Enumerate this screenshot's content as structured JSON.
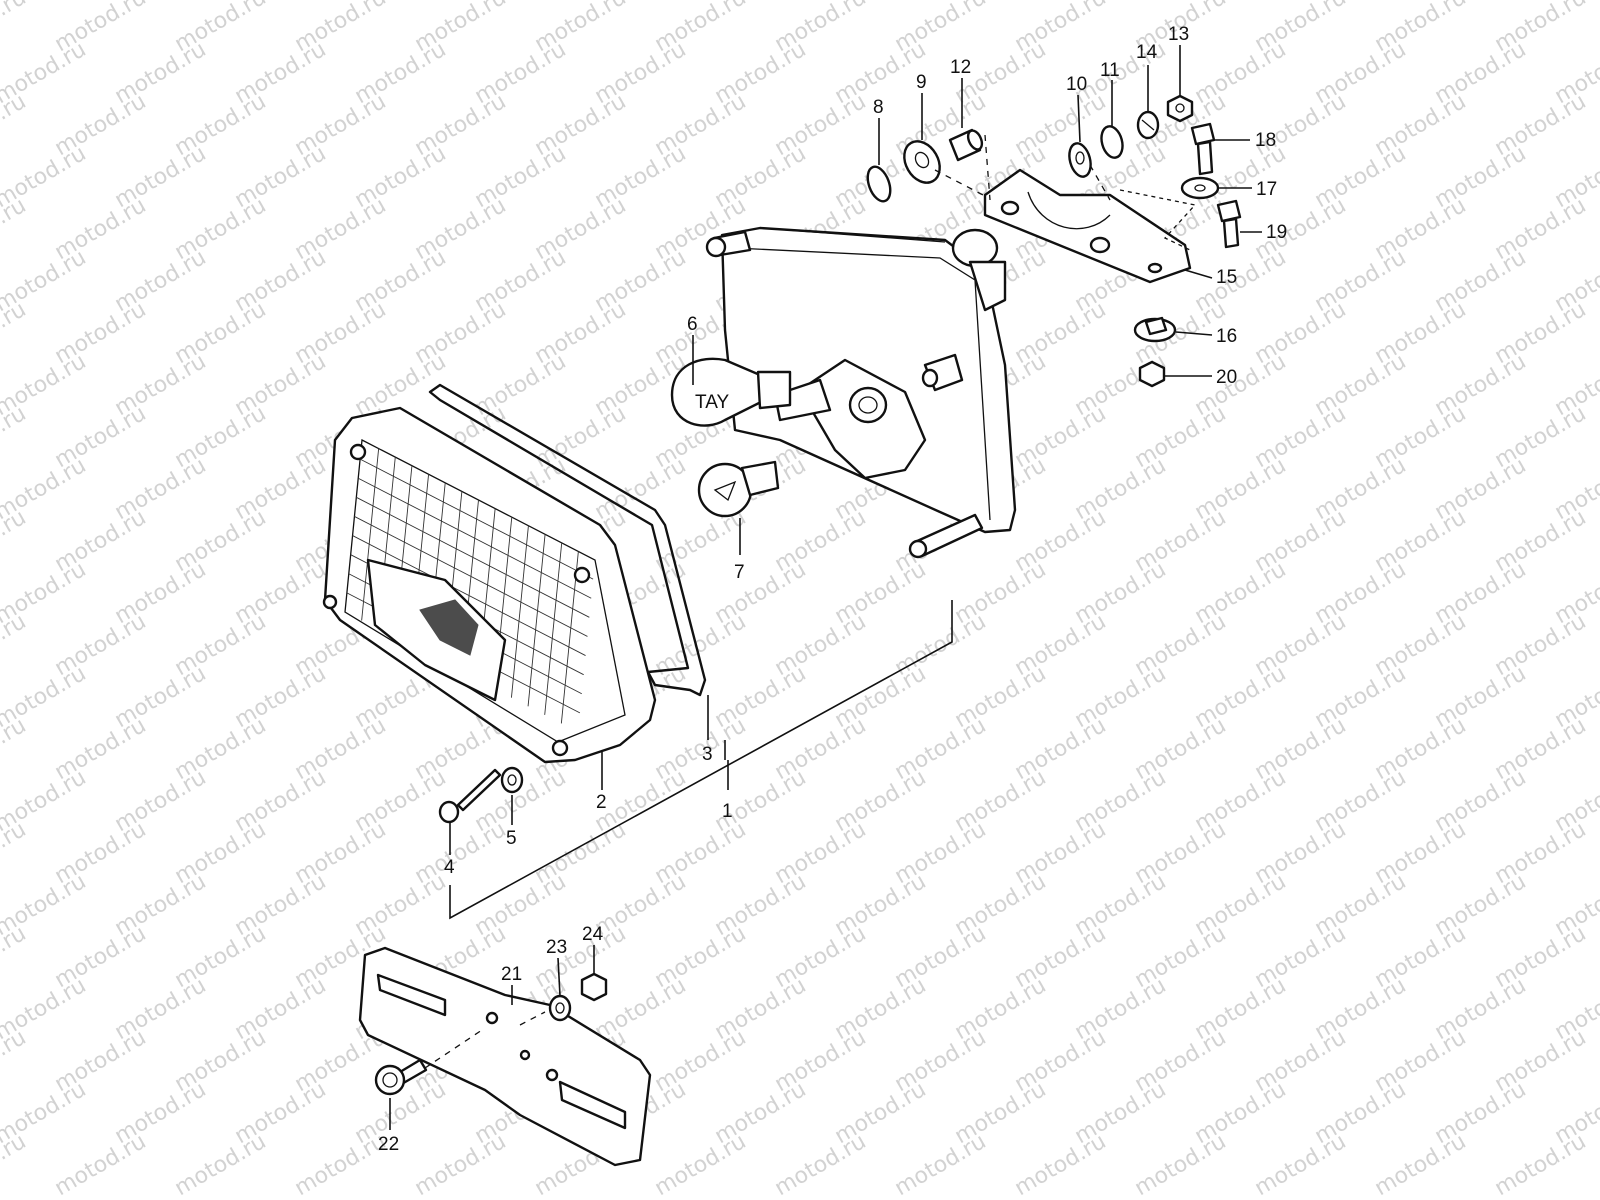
{
  "watermark": "motod.ru",
  "callouts": [
    {
      "id": "1",
      "label": "1"
    },
    {
      "id": "2",
      "label": "2"
    },
    {
      "id": "3",
      "label": "3"
    },
    {
      "id": "4",
      "label": "4"
    },
    {
      "id": "5",
      "label": "5"
    },
    {
      "id": "6",
      "label": "6"
    },
    {
      "id": "7",
      "label": "7"
    },
    {
      "id": "8",
      "label": "8"
    },
    {
      "id": "9",
      "label": "9"
    },
    {
      "id": "10",
      "label": "10"
    },
    {
      "id": "11",
      "label": "11"
    },
    {
      "id": "12",
      "label": "12"
    },
    {
      "id": "13",
      "label": "13"
    },
    {
      "id": "14",
      "label": "14"
    },
    {
      "id": "15",
      "label": "15"
    },
    {
      "id": "16",
      "label": "16"
    },
    {
      "id": "17",
      "label": "17"
    },
    {
      "id": "18",
      "label": "18"
    },
    {
      "id": "19",
      "label": "19"
    },
    {
      "id": "20",
      "label": "20"
    },
    {
      "id": "21",
      "label": "21"
    },
    {
      "id": "22",
      "label": "22"
    },
    {
      "id": "23",
      "label": "23"
    },
    {
      "id": "24",
      "label": "24"
    }
  ]
}
